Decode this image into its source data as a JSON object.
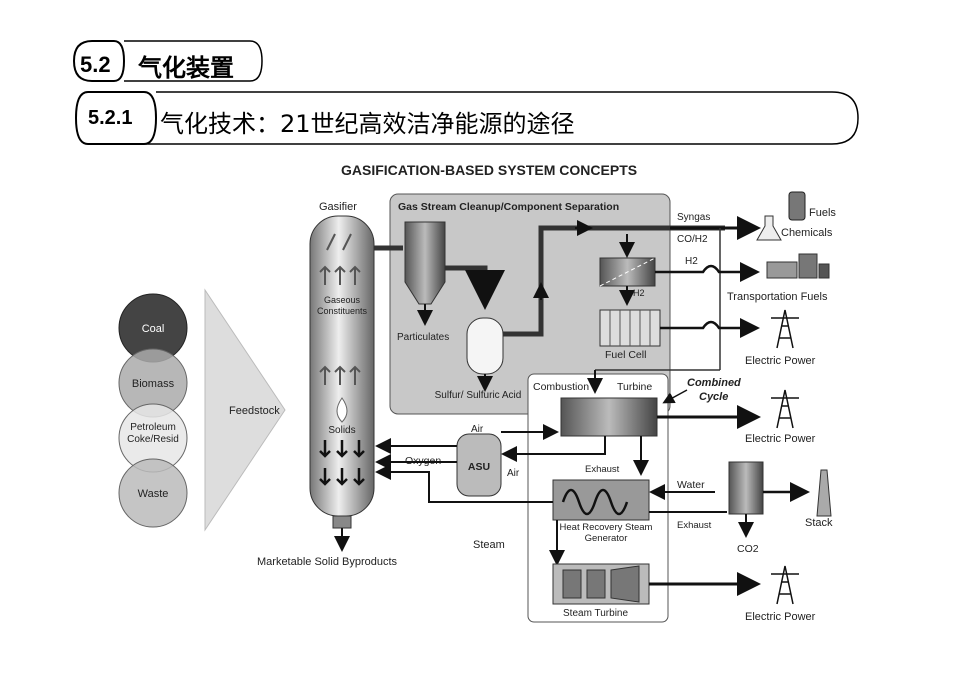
{
  "header": {
    "section_number": "5.2",
    "section_title": "气化装置",
    "subsection_number": "5.2.1",
    "subsection_title": "气化技术：21世纪高效洁净能源的途径"
  },
  "diagram": {
    "title": "GASIFICATION-BASED SYSTEM CONCEPTS",
    "feedstocks": [
      "Coal",
      "Biomass",
      "Petroleum Coke/Resid",
      "Waste"
    ],
    "feedstock_label": "Feedstock",
    "gasifier": {
      "label": "Gasifier",
      "gaseous": "Gaseous Constituents",
      "solids": "Solids",
      "byproducts": "Marketable Solid Byproducts"
    },
    "cleanup": {
      "title": "Gas Stream Cleanup/Component Separation",
      "particulates": "Particulates",
      "sulfur": "Sulfur/ Sulfuric Acid"
    },
    "flows": {
      "syngas": "Syngas",
      "co_h2": "CO/H2",
      "h2_top": "H2",
      "h2_sep": "H2",
      "air_top": "Air",
      "air_side": "Air",
      "oxygen": "Oxygen",
      "exhaust_top": "Exhaust",
      "exhaust_side": "Exhaust",
      "water": "Water",
      "steam": "Steam",
      "co2": "CO2"
    },
    "units": {
      "asu": "ASU",
      "fuel_cell": "Fuel Cell",
      "combustion": "Combustion",
      "turbine": "Turbine",
      "combined": "Combined",
      "cycle": "Cycle",
      "hrsg": "Heat Recovery Steam Generator",
      "steam_turbine": "Steam Turbine",
      "stack": "Stack"
    },
    "outputs": {
      "fuels": "Fuels",
      "chemicals": "Chemicals",
      "transport": "Transportation Fuels",
      "power1": "Electric Power",
      "power2": "Electric Power",
      "power3": "Electric Power"
    }
  }
}
